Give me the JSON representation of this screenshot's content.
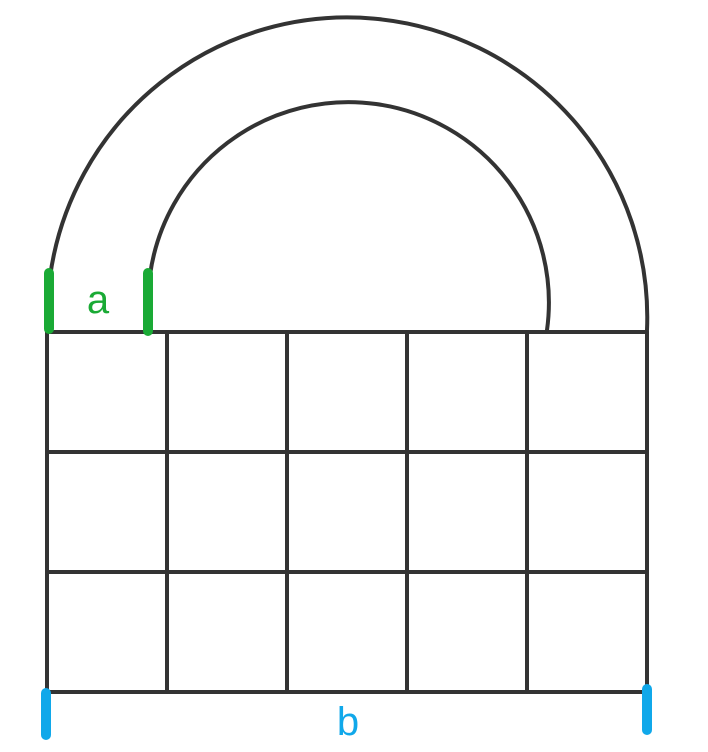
{
  "labels": {
    "a": "a",
    "b": "b"
  },
  "colors": {
    "stroke": "#333333",
    "marker_a": "#1aaa35",
    "marker_b": "#10a8ea",
    "background": "#ffffff"
  },
  "grid": {
    "rows": 3,
    "columns": 5
  },
  "arches": {
    "count": 2
  }
}
